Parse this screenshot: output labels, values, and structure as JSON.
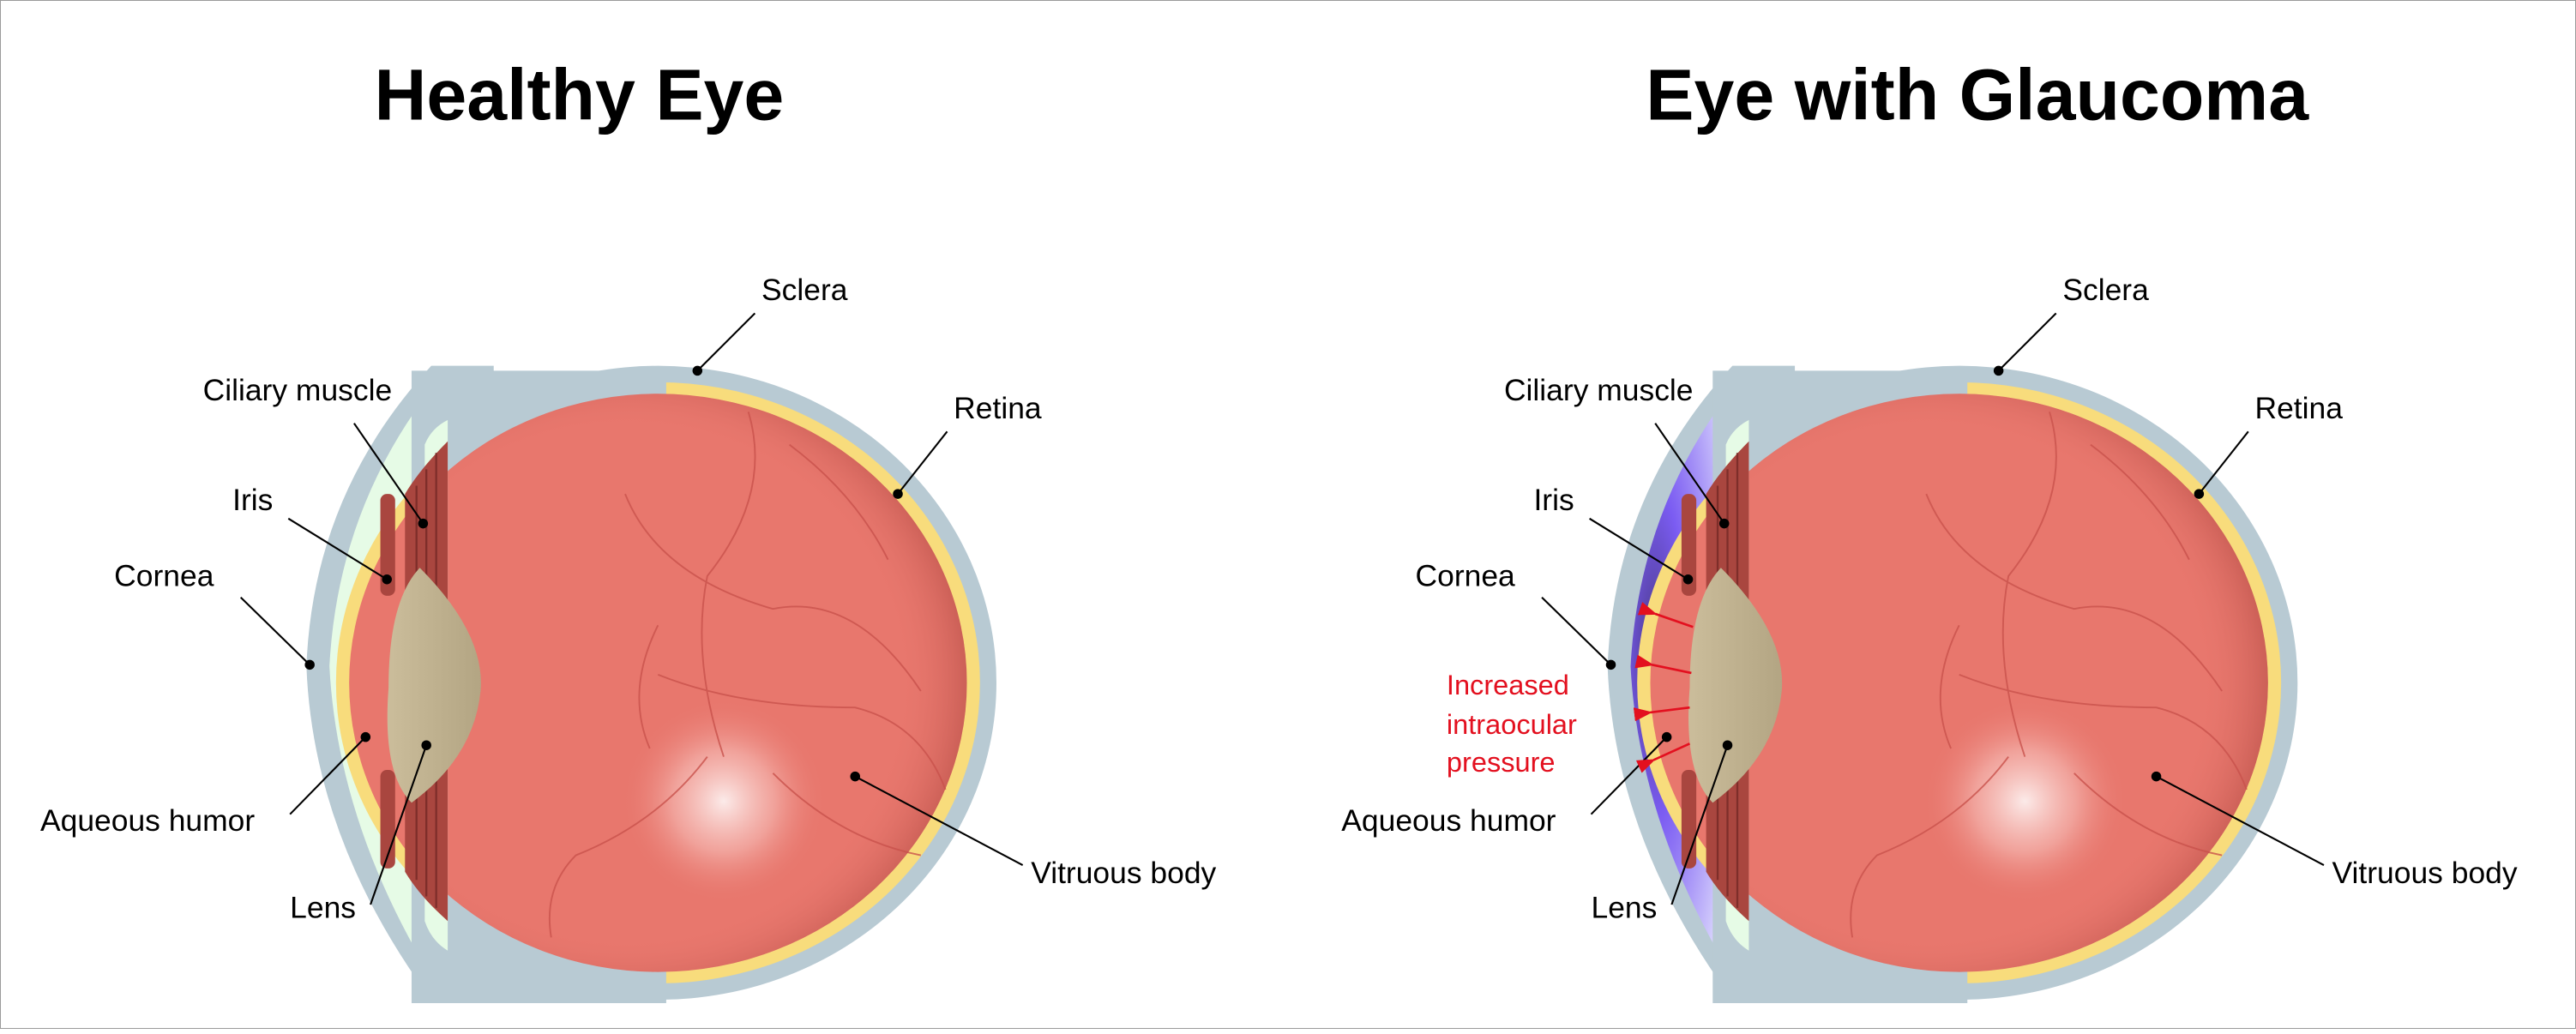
{
  "panels": [
    {
      "title": "Healthy Eye",
      "condition": "healthy",
      "labels": {
        "sclera": "Sclera",
        "retina": "Retina",
        "ciliary_muscle": "Ciliary muscle",
        "iris": "Iris",
        "cornea": "Cornea",
        "aqueous_humor": "Aqueous humor",
        "lens": "Lens",
        "vitreous_body": "Vitruous body"
      }
    },
    {
      "title": "Eye with Glaucoma",
      "condition": "glaucoma",
      "labels": {
        "sclera": "Sclera",
        "retina": "Retina",
        "ciliary_muscle": "Ciliary muscle",
        "iris": "Iris",
        "cornea": "Cornea",
        "aqueous_humor": "Aqueous humor",
        "lens": "Lens",
        "vitreous_body": "Vitruous body"
      },
      "annotation": [
        "Increased",
        "intraocular",
        "pressure"
      ]
    }
  ],
  "colors": {
    "sclera": "#b8cad3",
    "retina": "#f8dc7c",
    "vitreous": "#e8776d",
    "ciliary": "#a9463f",
    "lens": "#c6b895",
    "chamber_healthy": "#e6fbe6",
    "chamber_glaucoma": "#7a5cf0",
    "pressure": "#e3101f"
  }
}
